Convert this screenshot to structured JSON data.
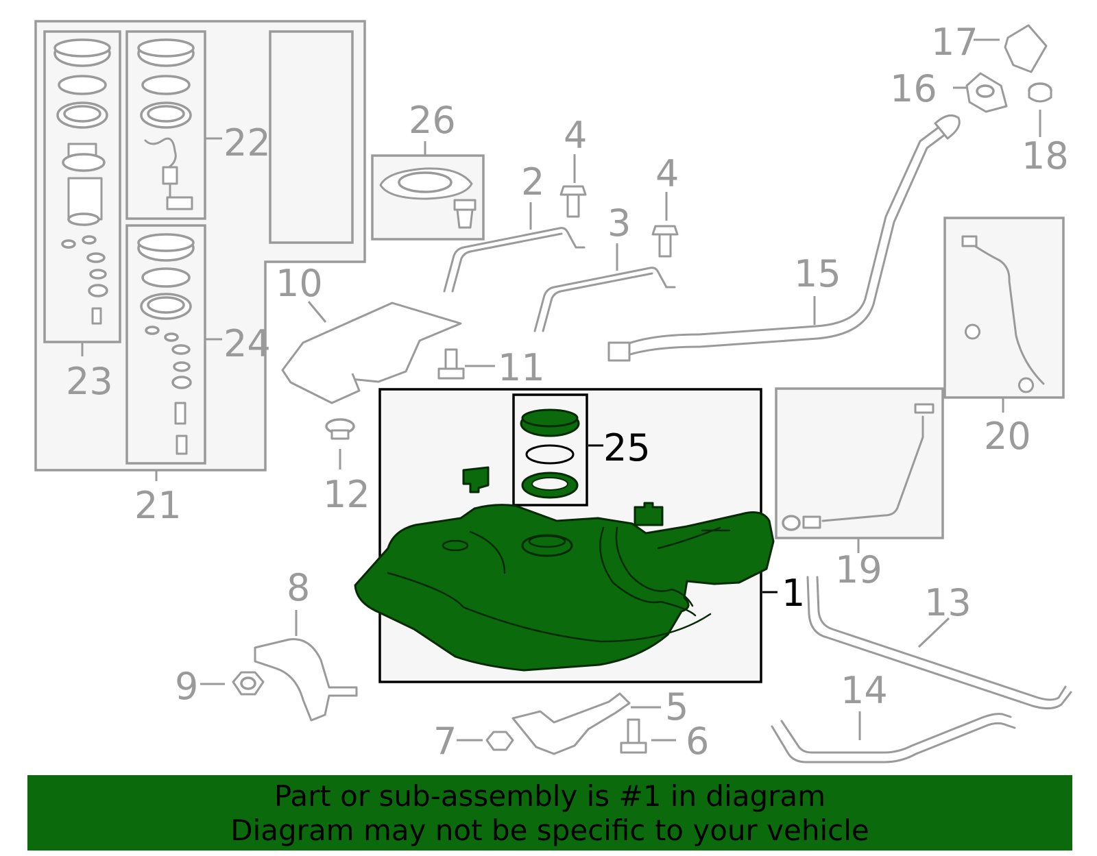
{
  "diagram": {
    "callouts": {
      "c1": "1",
      "c2": "2",
      "c3": "3",
      "c4a": "4",
      "c4b": "4",
      "c5": "5",
      "c6": "6",
      "c7": "7",
      "c8": "8",
      "c9": "9",
      "c10": "10",
      "c11": "11",
      "c12": "12",
      "c13": "13",
      "c14": "14",
      "c15": "15",
      "c16": "16",
      "c17": "17",
      "c18": "18",
      "c19": "19",
      "c20": "20",
      "c21": "21",
      "c22": "22",
      "c23": "23",
      "c24": "24",
      "c25": "25",
      "c26": "26"
    },
    "highlight_color": "#0b6a0b",
    "highlighted_part": "1"
  },
  "banner": {
    "line1": "Part or sub-assembly is #1 in diagram",
    "line2": "Diagram may not be specific to your vehicle"
  }
}
